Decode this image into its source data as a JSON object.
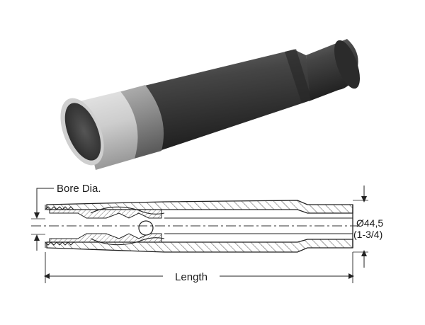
{
  "labels": {
    "bore_dia": "Bore Dia.",
    "length": "Length",
    "diameter_metric": "Ø44,5",
    "diameter_imperial": "(1-3/4)"
  },
  "colors": {
    "body_dark": "#3c3c3c",
    "sleeve_light": "#cfcfcf",
    "sleeve_mid": "#8e8e8e",
    "line": "#222222",
    "hatch": "#555555"
  }
}
